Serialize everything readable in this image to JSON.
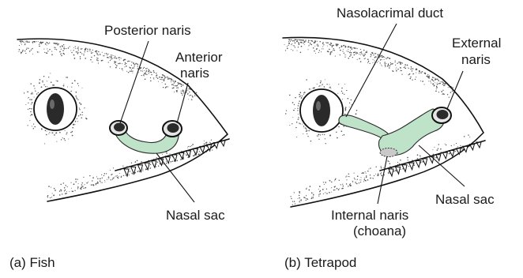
{
  "panels": [
    {
      "id": "fish",
      "caption": "(a) Fish",
      "labels": {
        "posterior_naris": "Posterior naris",
        "anterior_naris_line1": "Anterior",
        "anterior_naris_line2": "naris",
        "nasal_sac": "Nasal sac"
      }
    },
    {
      "id": "tetrapod",
      "caption": "(b) Tetrapod",
      "labels": {
        "nasolacrimal_duct": "Nasolacrimal duct",
        "external_naris_line1": "External",
        "external_naris_line2": "naris",
        "nasal_sac": "Nasal sac",
        "internal_naris_line1": "Internal naris",
        "internal_naris_line2": "(choana)"
      }
    }
  ],
  "colors": {
    "nasal_sac_fill": "#bfe3c8",
    "outline": "#111111"
  }
}
